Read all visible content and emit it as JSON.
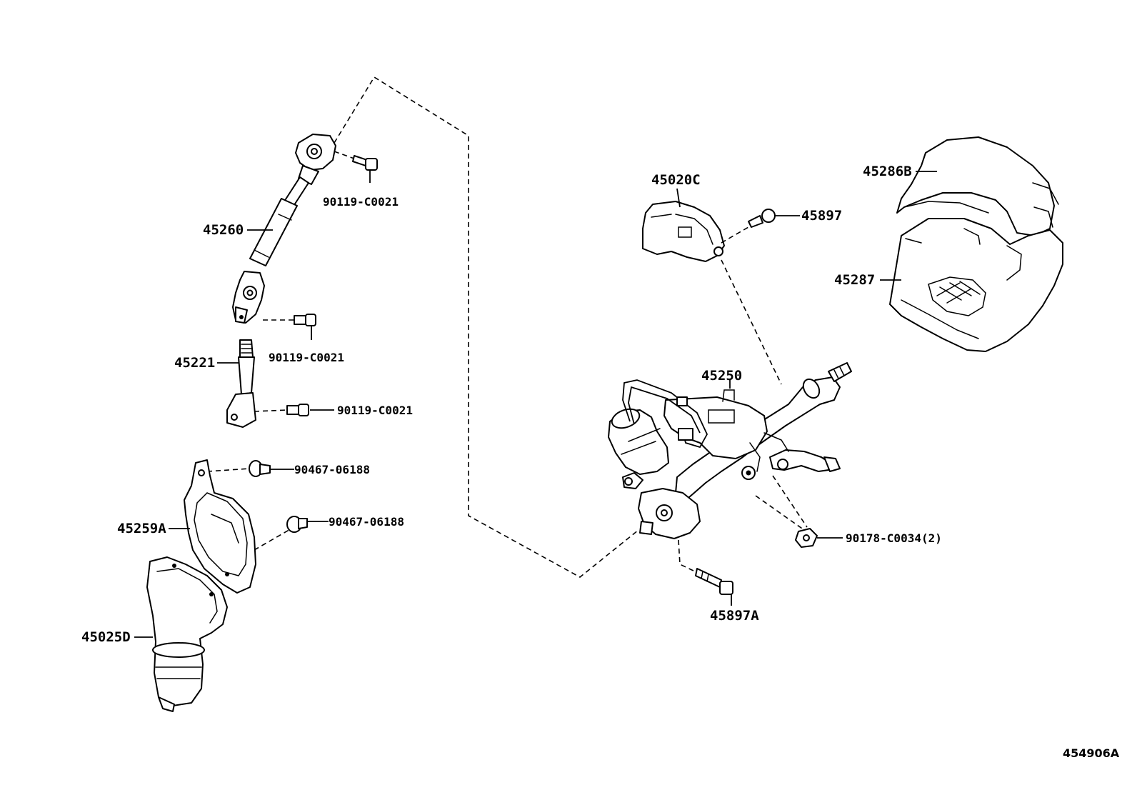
{
  "labels": {
    "p45260": "45260",
    "p90119a": "90119-C0021",
    "p90119b": "90119-C0021",
    "p45221": "45221",
    "p90119c": "90119-C0021",
    "p90467a": "90467-06188",
    "p45259a": "45259A",
    "p90467b": "90467-06188",
    "p45025d": "45025D",
    "p45020c": "45020C",
    "p45897": "45897",
    "p45286b": "45286B",
    "p45287": "45287",
    "p45250": "45250",
    "p90178": "90178-C0034(2)",
    "p45897a": "45897A"
  },
  "figure_id": "454906A"
}
